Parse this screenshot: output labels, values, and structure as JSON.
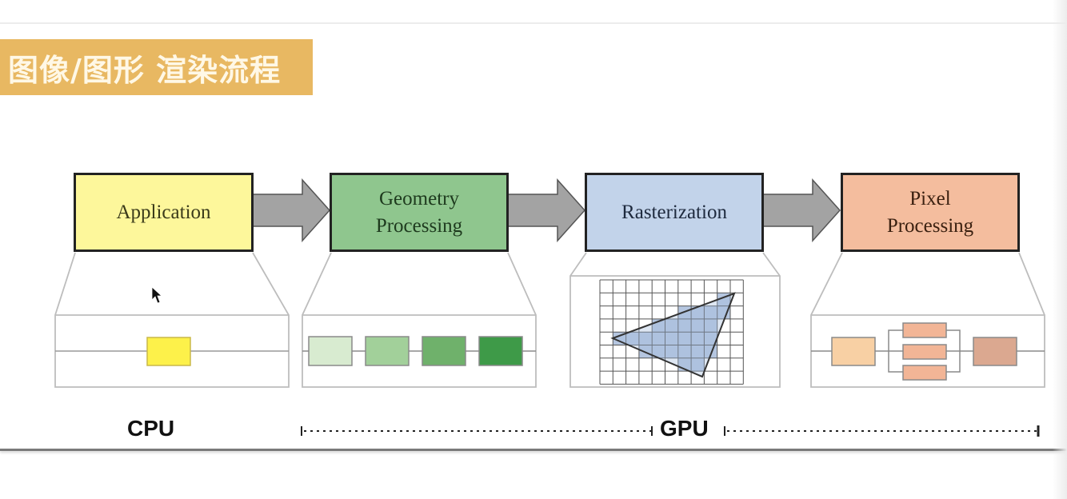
{
  "title": "图像/图形 渲染流程",
  "colors": {
    "banner": "#e8b862",
    "application": "#fdf79b",
    "geometry": "#8fc68e",
    "rasterization": "#c2d3ea",
    "pixel": "#f4bd9e",
    "arrow": "#a3a3a3"
  },
  "stages": [
    {
      "id": "application",
      "lines": [
        "Application"
      ]
    },
    {
      "id": "geometry",
      "lines": [
        "Geometry",
        "Processing"
      ]
    },
    {
      "id": "rasterization",
      "lines": [
        "Rasterization"
      ]
    },
    {
      "id": "pixel",
      "lines": [
        "Pixel",
        "Processing"
      ]
    }
  ],
  "labels": {
    "cpu": "CPU",
    "gpu": "GPU"
  },
  "details": {
    "application_blocks": [
      "#fdf14a"
    ],
    "geometry_blocks": [
      "#d8ebd0",
      "#a2d09a",
      "#6fb16b",
      "#3e9a48"
    ],
    "pixel_blocks": {
      "input": "#f8d0a4",
      "parallel": [
        "#f2b596",
        "#f2b596",
        "#f2b596"
      ],
      "output": "#dba890"
    },
    "raster_grid": {
      "cols": 11,
      "rows": 8
    }
  },
  "icons": [
    "arrow-right-icon",
    "mouse-cursor-icon"
  ]
}
